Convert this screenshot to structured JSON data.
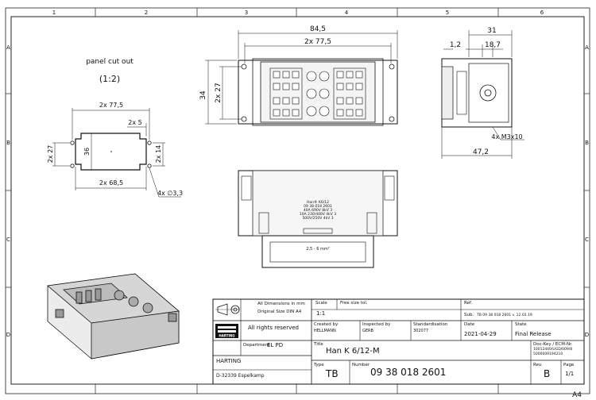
{
  "grid": {
    "columns": [
      "1",
      "2",
      "3",
      "4",
      "5",
      "6"
    ],
    "rows": [
      "A",
      "B",
      "C",
      "D"
    ]
  },
  "panel_cutout": {
    "title": "panel cut out",
    "scale": "(1:2)",
    "dim_width": "2x 77,5",
    "dim_half": "2x 5",
    "dim_height_left": "2x 27",
    "dim_height_inner": "36",
    "dim_height_right": "2x 14",
    "dim_bottom": "2x 68,5",
    "dim_holes": "4x ∅3,3"
  },
  "front_view": {
    "dim_overall": "84,5",
    "dim_pitch": "2x 77,5",
    "dim_height_outer": "34",
    "dim_height_inner": "2x 27"
  },
  "side_view": {
    "dim_total_top": "31",
    "dim_small": "1,2",
    "dim_mid": "18,7",
    "dim_screw": "4x M3x10",
    "dim_bottom": "47,2"
  },
  "bottom_view": {
    "label_lines": [
      "Han® K6/12",
      "09 38 018 2601",
      "40A 690V 8kV 3",
      "10A 230/400V 4kV 3",
      "500V/250V 4kV 3"
    ],
    "wire_label": "2,5 - 6 mm²"
  },
  "title_block": {
    "notice_line1": "All Dimensions in mm",
    "notice_line2": "Original Size DIN A4",
    "scale_label": "Scale",
    "scale_value": "1:1",
    "free_size_label": "Free size tol.",
    "ref_label": "Ref.",
    "sub_label": "Sub.",
    "sub_value": "TB 09 38 018 2601 v. 12.03.19",
    "rights": "All rights reserved",
    "created_label": "Created by",
    "created_value": "HELLMANN",
    "inspected_label": "Inspected by",
    "inspected_value": "GERB",
    "std_label": "Standardisation",
    "std_value": "302077",
    "date_label": "Date",
    "date_value": "2021-04-29",
    "state_label": "State",
    "state_value": "Final Release",
    "dept_label": "Department",
    "dept_value": "EL PD",
    "title_label": "Title",
    "title_value": "Han K 6/12-M",
    "dockey_label": "Doc-Key / ECM-Nr.",
    "dockey_lines": [
      "10012440/UGD/009/8",
      "5000009194210"
    ],
    "company": "HARTING",
    "address": "D-32339 Espelkamp",
    "type_label": "Type",
    "type_value": "TB",
    "number_label": "Number",
    "number_value": "09 38 018 2601",
    "rev_label": "Rev.",
    "rev_value": "B",
    "page_label": "Page",
    "page_value": "1/1",
    "logo_text": "HARTING"
  },
  "sheet_size": "A4"
}
